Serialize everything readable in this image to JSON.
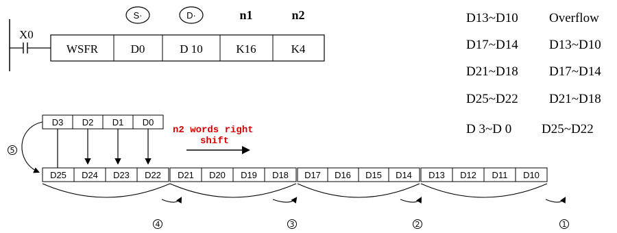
{
  "ladder": {
    "contact": "X0",
    "instruction": "WSFR",
    "operand_heads": [
      "S·",
      "D·",
      "n1",
      "n2"
    ],
    "operands": [
      "D0",
      "D 10",
      "K16",
      "K4"
    ]
  },
  "shift_list": [
    [
      "D13~D10",
      "Overflow"
    ],
    [
      "D17~D14",
      "D13~D10"
    ],
    [
      "D21~D18",
      "D17~D14"
    ],
    [
      "D25~D22",
      "D21~D18"
    ],
    [
      "D 3~D 0",
      "D25~D22"
    ]
  ],
  "source_registers": [
    "D3",
    "D2",
    "D1",
    "D0"
  ],
  "dest_registers": [
    "D25",
    "D24",
    "D23",
    "D22",
    "D21",
    "D20",
    "D19",
    "D18",
    "D17",
    "D16",
    "D15",
    "D14",
    "D13",
    "D12",
    "D11",
    "D10"
  ],
  "shift_label": [
    "n2 words right",
    "shift"
  ],
  "steps": [
    "⑤",
    "④",
    "③",
    "②",
    "①"
  ],
  "colors": {
    "shift_text": "#d40000",
    "line": "#000000"
  }
}
